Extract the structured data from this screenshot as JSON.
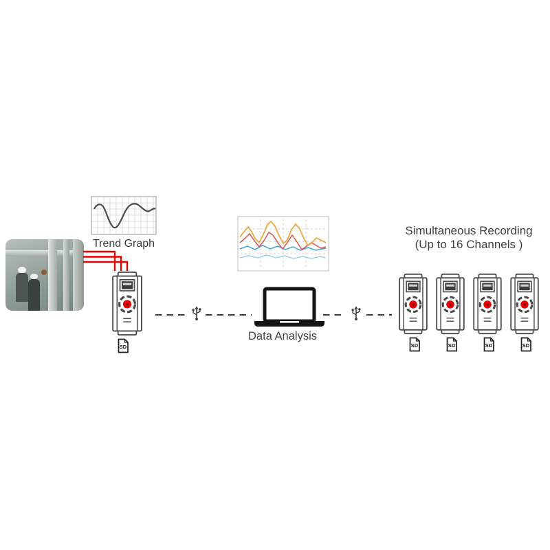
{
  "labels": {
    "trend_graph": "Trend Graph",
    "data_analysis": "Data Analysis",
    "recording_line1": "Simultaneous Recording",
    "recording_line2": "(Up to 16 Channels )"
  },
  "sd_card_label": "SD",
  "icons": [
    "usb-connector-icon",
    "sd-card-icon",
    "laptop-icon",
    "data-logger-device-icon",
    "trend-graph-icon"
  ],
  "colors": {
    "wire_red": "#e60000",
    "device_button_red": "#e60000",
    "device_outline": "#4a4a4a",
    "text": "#3e3e3e",
    "chart_orange": "#f0a232",
    "chart_red": "#d9534f",
    "chart_blue": "#3d9fd8",
    "chart_light_blue": "#8fd0ea"
  },
  "chart_note": {
    "left_thumbnail": "single dark trend curve on grid",
    "center_panel": "multi-channel recorded traces (orange, red, blue, light blue)"
  }
}
